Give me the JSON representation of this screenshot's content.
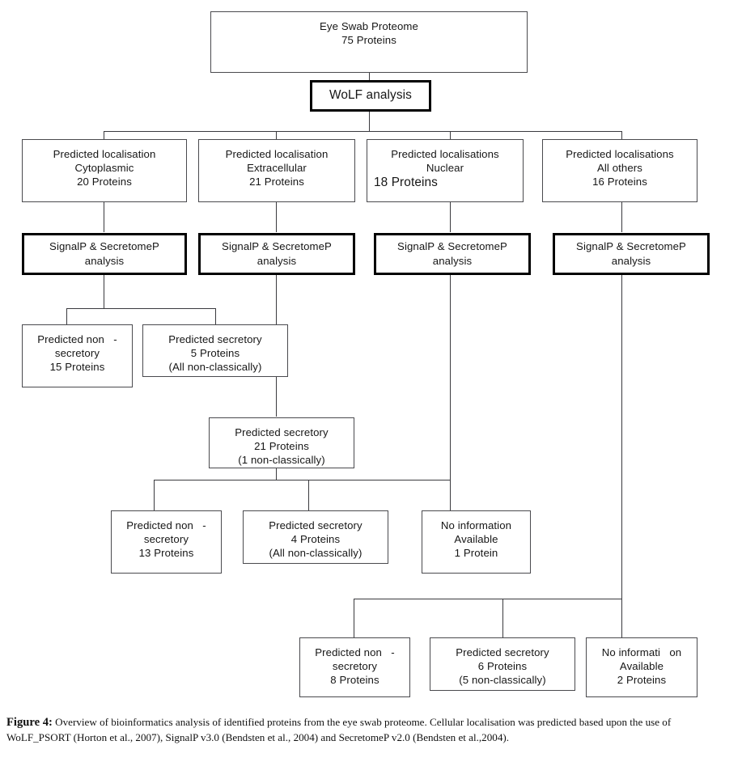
{
  "figure": {
    "label": "Figure 4:",
    "caption": " Overview of bioinformatics analysis of identified proteins from the eye swab proteome. Cellular localisation was predicted based upon the use of WoLF_PSORT (Horton et al., 2007), SignalP v3.0 (Bendsten et al., 2004) and SecretomeP v2.0 (Bendsten et al.,2004)."
  },
  "colors": {
    "box_border": "#4a4a4e",
    "emphasis_border": "#000000",
    "connector": "#3a3a3e",
    "background": "#ffffff",
    "text": "#161616"
  },
  "nodes": {
    "root": {
      "line1": "Eye Swab Proteome",
      "line2": "75 Proteins"
    },
    "wolf": {
      "line1": "WoLF analysis"
    },
    "loc_cytoplasmic": {
      "line1": "Predicted localisation",
      "line2": "Cytoplasmic",
      "line3": "20 Proteins"
    },
    "loc_extracellular": {
      "line1": "Predicted localisation",
      "line2": "Extracellular",
      "line3": "21 Proteins"
    },
    "loc_nuclear": {
      "line1": "Predicted localisations",
      "line2": "Nuclear",
      "line3": "18 Proteins"
    },
    "loc_allothers": {
      "line1": "Predicted localisations",
      "line2": "All others",
      "line3": "16 Proteins"
    },
    "signalp_1": {
      "line1": "SignalP & SecretomeP",
      "line2": "analysis"
    },
    "signalp_2": {
      "line1": "SignalP & SecretomeP",
      "line2": "analysis"
    },
    "signalp_3": {
      "line1": "SignalP & SecretomeP",
      "line2": "analysis"
    },
    "signalp_4": {
      "line1": "SignalP & SecretomeP",
      "line2": "analysis"
    },
    "cyto_nonsecretory": {
      "line1": "Predicted non   -",
      "line2": "secretory",
      "line3": "15 Proteins"
    },
    "cyto_secretory": {
      "line1": "Predicted secretory",
      "line2": "5 Proteins",
      "line3": "(All non-classically)"
    },
    "extra_secretory": {
      "line1": "Predicted secretory",
      "line2": "21 Proteins",
      "line3": "(1 non-classically)"
    },
    "nuc_nonsecretory": {
      "line1": "Predicted non   -",
      "line2": "secretory",
      "line3": "13 Proteins"
    },
    "nuc_secretory": {
      "line1": "Predicted secretory",
      "line2": "4 Proteins",
      "line3": "(All non-classically)"
    },
    "nuc_noinfo": {
      "line1": "No information",
      "line2": "Available",
      "line3": "1 Protein"
    },
    "other_nonsecretory": {
      "line1": "Predicted non   -",
      "line2": "secretory",
      "line3": "8 Proteins"
    },
    "other_secretory": {
      "line1": "Predicted secretory",
      "line2": "6 Proteins",
      "line3": "(5 non-classically)"
    },
    "other_noinfo": {
      "line1": "No informati   on",
      "line2": "Available",
      "line3": "2 Proteins"
    }
  },
  "chart_data": {
    "type": "diagram",
    "title": "Overview of bioinformatics analysis of identified proteins from the eye swab proteome",
    "total_proteins": 75,
    "stages": [
      {
        "stage": "input",
        "label": "Eye Swab Proteome",
        "count": 75
      },
      {
        "stage": "tool",
        "label": "WoLF analysis"
      },
      {
        "stage": "localisation",
        "label": "Cytoplasmic",
        "count": 20
      },
      {
        "stage": "localisation",
        "label": "Extracellular",
        "count": 21
      },
      {
        "stage": "localisation",
        "label": "Nuclear",
        "count": 18
      },
      {
        "stage": "localisation",
        "label": "All others",
        "count": 16
      },
      {
        "stage": "tool",
        "label": "SignalP & SecretomeP analysis"
      },
      {
        "stage": "result",
        "parent": "Cytoplasmic",
        "label": "Predicted non-secretory",
        "count": 15
      },
      {
        "stage": "result",
        "parent": "Cytoplasmic",
        "label": "Predicted secretory (All non-classically)",
        "count": 5
      },
      {
        "stage": "result",
        "parent": "Extracellular",
        "label": "Predicted secretory (1 non-classically)",
        "count": 21
      },
      {
        "stage": "result",
        "parent": "Nuclear",
        "label": "Predicted non-secretory",
        "count": 13
      },
      {
        "stage": "result",
        "parent": "Nuclear",
        "label": "Predicted secretory (All non-classically)",
        "count": 4
      },
      {
        "stage": "result",
        "parent": "Nuclear",
        "label": "No information Available",
        "count": 1
      },
      {
        "stage": "result",
        "parent": "All others",
        "label": "Predicted non-secretory",
        "count": 8
      },
      {
        "stage": "result",
        "parent": "All others",
        "label": "Predicted secretory (5 non-classically)",
        "count": 6
      },
      {
        "stage": "result",
        "parent": "All others",
        "label": "No information Available",
        "count": 2
      }
    ]
  }
}
